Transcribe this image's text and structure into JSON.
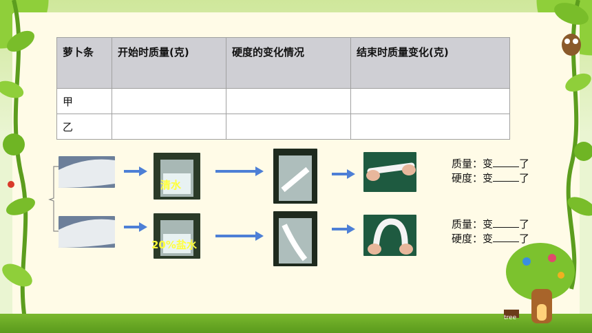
{
  "table": {
    "headers": [
      "萝卜条",
      "开始时质量(克)",
      "硬度的变化情况",
      "结束时质量变化(克)"
    ],
    "rows": [
      [
        "甲",
        "",
        "",
        ""
      ],
      [
        "乙",
        "",
        "",
        ""
      ]
    ]
  },
  "experiment": {
    "top_liquid": "清水",
    "bottom_liquid": "20%盐水",
    "top_results": [
      {
        "label": "质量：变",
        "suffix": "了"
      },
      {
        "label": "硬度：变",
        "suffix": "了"
      }
    ],
    "bottom_results": [
      {
        "label": "质量：变",
        "suffix": "了"
      },
      {
        "label": "硬度：变",
        "suffix": "了"
      }
    ]
  },
  "sign": "tree",
  "colors": {
    "arrow": "#4d7fd6",
    "header": "#cfcfd4",
    "bg_panel": "#fffbe7"
  }
}
